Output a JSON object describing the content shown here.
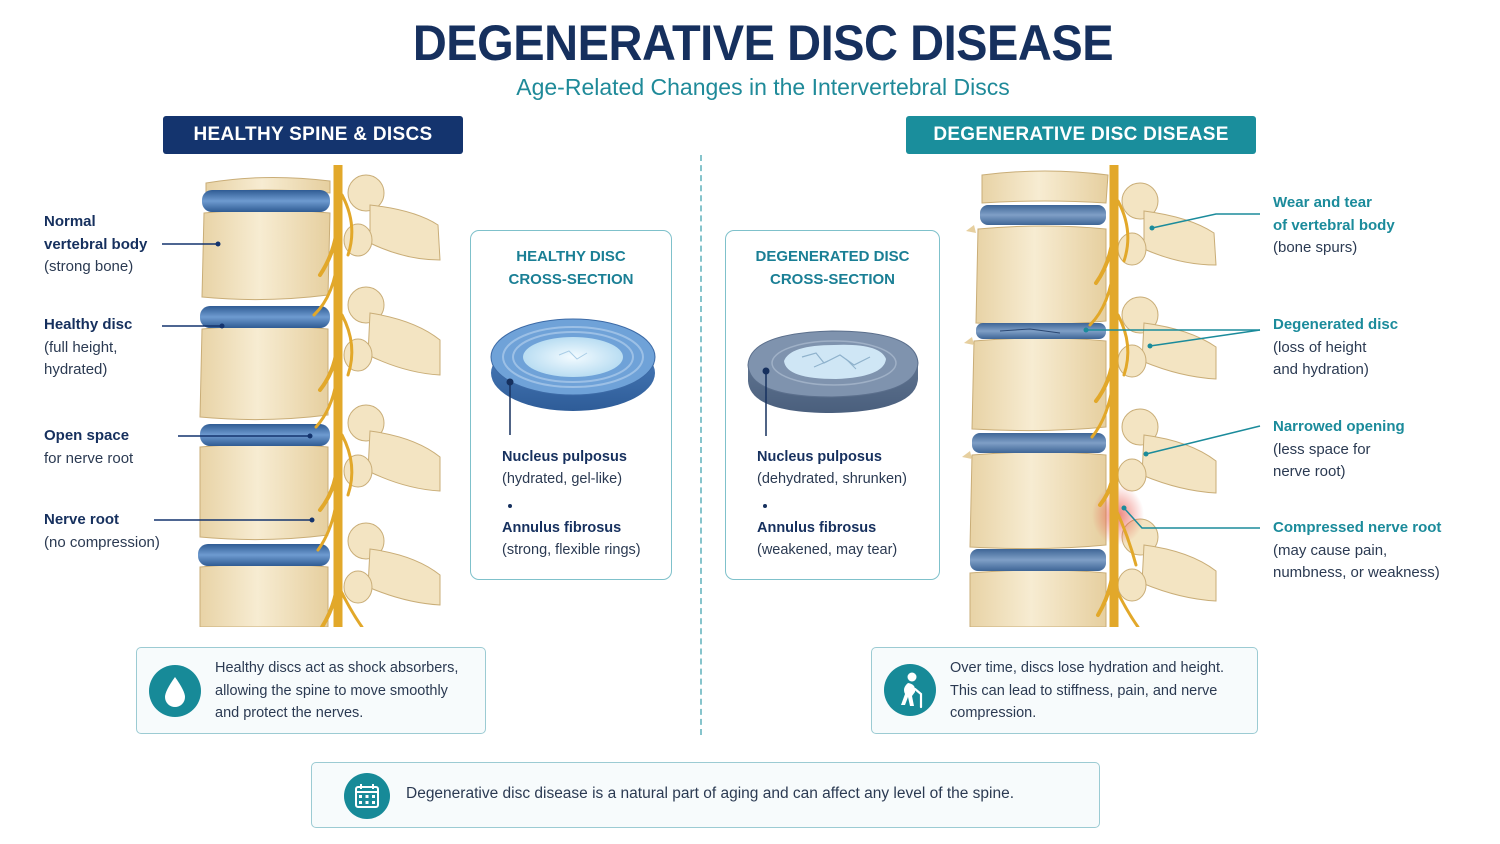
{
  "header": {
    "title": "DEGENERATIVE DISC DISEASE",
    "subtitle": "Age-Related Changes in the Intervertebral Discs"
  },
  "healthy": {
    "header": "HEALTHY SPINE & DISCS",
    "labels": [
      {
        "title": "Normal",
        "title2": "vertebral body",
        "desc": "(strong bone)"
      },
      {
        "title": "Healthy disc",
        "desc": "(full height,",
        "desc2": "hydrated)"
      },
      {
        "title": "Open space",
        "desc": "for nerve root"
      },
      {
        "title": "Nerve root",
        "desc": "(no compression)"
      }
    ],
    "card": {
      "title_line1": "HEALTHY DISC",
      "title_line2": "CROSS-SECTION",
      "item1_title": "Nucleus pulposus",
      "item1_desc": "(hydrated, gel-like)",
      "item2_title": "Annulus fibrosus",
      "item2_desc": "(strong, flexible rings)"
    },
    "info": {
      "line1": "Healthy discs act as shock absorbers,",
      "line2": "allowing the spine to move smoothly",
      "line3": "and protect the nerves."
    }
  },
  "degenerative": {
    "header": "DEGENERATIVE DISC DISEASE",
    "labels": [
      {
        "title": "Wear and tear",
        "title2": "of vertebral body",
        "desc": "(bone spurs)"
      },
      {
        "title": "Degenerated disc",
        "desc": "(loss of height",
        "desc2": "and hydration)"
      },
      {
        "title": "Narrowed opening",
        "desc": "(less space for",
        "desc2": "nerve root)"
      },
      {
        "title": "Compressed nerve root",
        "desc": "(may cause pain,",
        "desc2": "numbness, or weakness)"
      }
    ],
    "card": {
      "title_line1": "DEGENERATED DISC",
      "title_line2": "CROSS-SECTION",
      "item1_title": "Nucleus pulposus",
      "item1_desc": "(dehydrated, shrunken)",
      "item2_title": "Annulus fibrosus",
      "item2_desc": "(weakened, may tear)"
    },
    "info": {
      "line1": "Over time, discs lose hydration and height.",
      "line2": "This can lead to stiffness, pain, and nerve",
      "line3": "compression."
    }
  },
  "footer": {
    "note": "Degenerative disc disease is a natural part of aging and can affect any level of the spine."
  },
  "icons": {
    "healthy_info": "water-drop-icon",
    "degen_info": "elderly-person-icon",
    "footer_note": "calendar-icon"
  },
  "colors": {
    "navy": "#14346e",
    "teal": "#1a8e9c",
    "disc_blue": "#3f6fa8",
    "bone": "#f1e2bf",
    "nerve": "#e2a82a",
    "inflammation": "#e85a4f"
  }
}
